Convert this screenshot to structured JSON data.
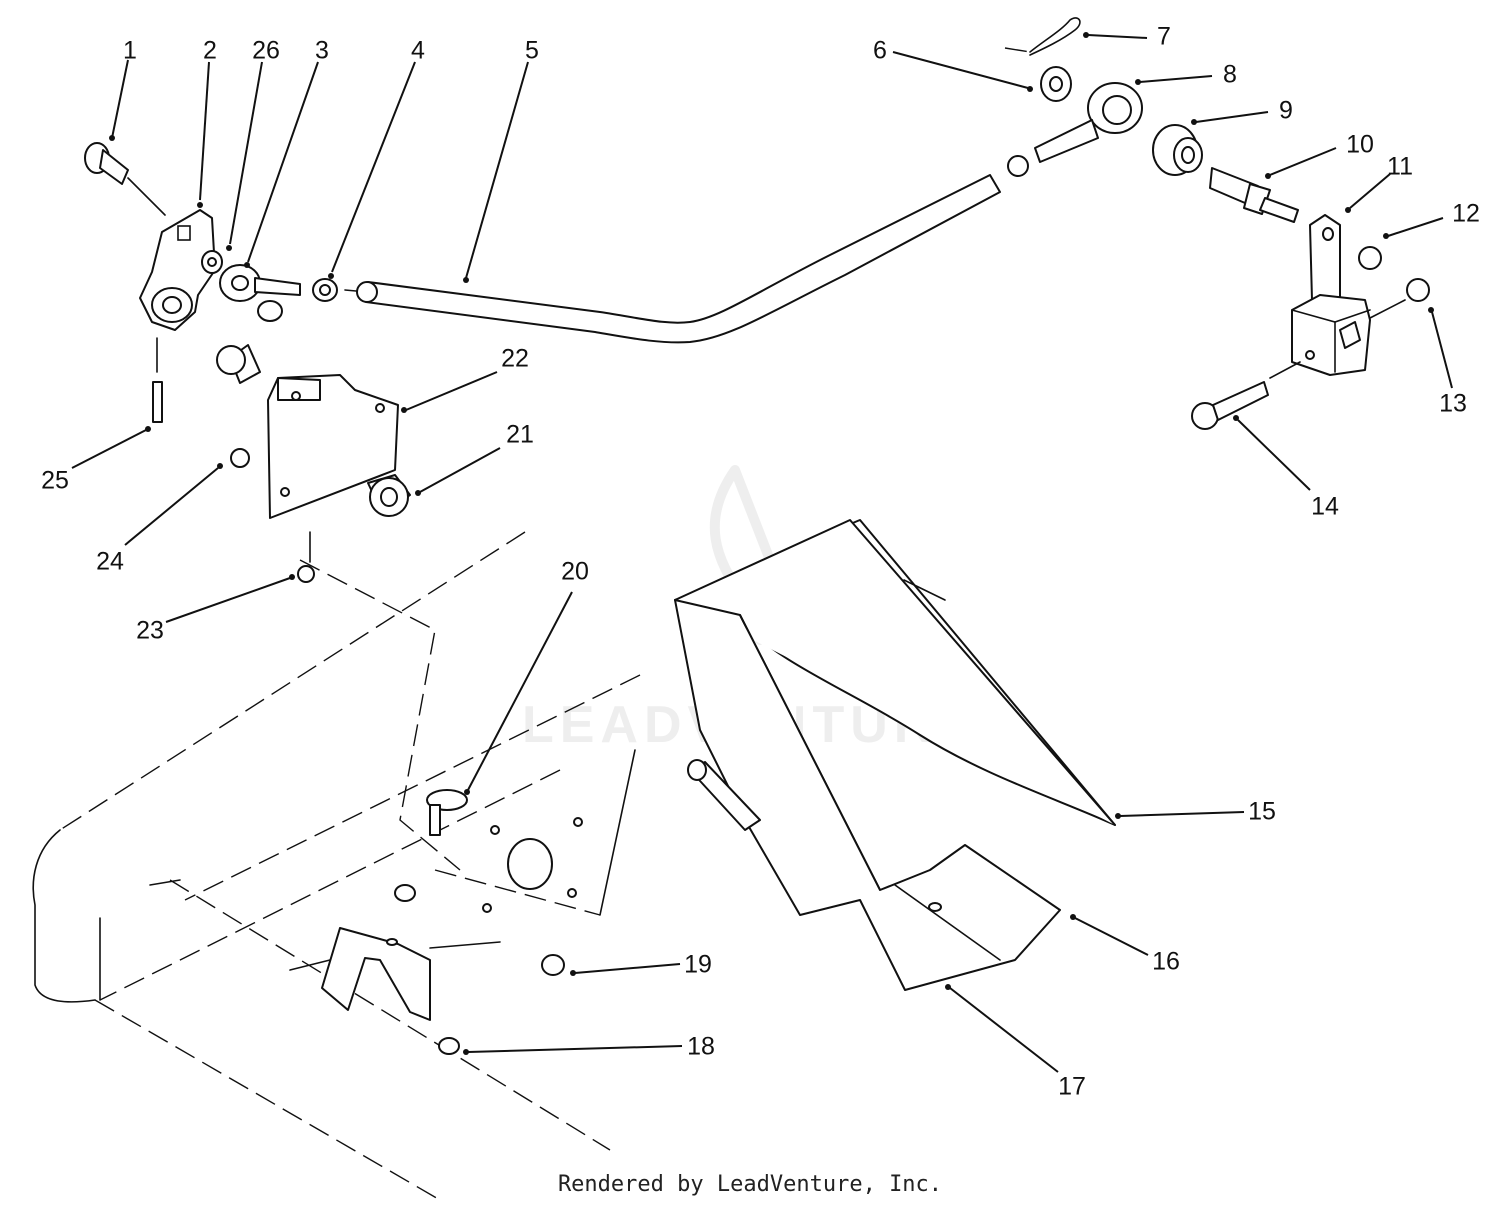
{
  "diagram": {
    "callouts": [
      "1",
      "2",
      "26",
      "3",
      "4",
      "5",
      "6",
      "7",
      "8",
      "9",
      "10",
      "11",
      "12",
      "13",
      "14",
      "15",
      "16",
      "17",
      "18",
      "19",
      "20",
      "21",
      "22",
      "23",
      "24",
      "25"
    ]
  },
  "watermark": {
    "brand": "LEADVENTURE"
  },
  "footer": {
    "credit": "Rendered by LeadVenture, Inc."
  }
}
